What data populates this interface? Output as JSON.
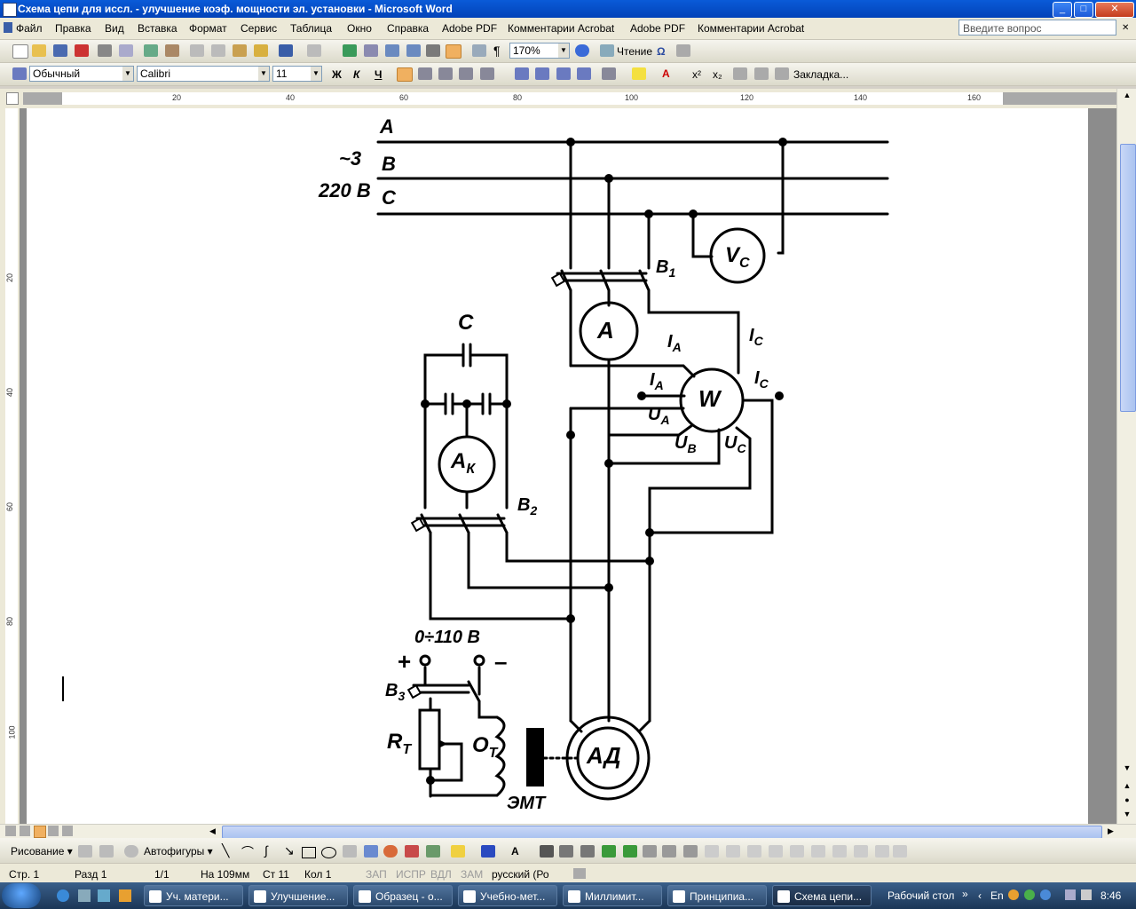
{
  "window": {
    "title": "Схема цепи для иссл. - улучшение коэф. мощности эл. установки - Microsoft Word"
  },
  "menu": {
    "items": [
      "Файл",
      "Правка",
      "Вид",
      "Вставка",
      "Формат",
      "Сервис",
      "Таблица",
      "Окно",
      "Справка",
      "Adobe PDF",
      "Комментарии Acrobat",
      "Adobe PDF",
      "Комментарии Acrobat"
    ],
    "ask_placeholder": "Введите вопрос"
  },
  "toolbar_standard": {
    "zoom": "170%",
    "reading_label": "Чтение"
  },
  "toolbar_format": {
    "style": "Обычный",
    "font": "Calibri",
    "size": "11",
    "bold_label": "Ж",
    "italic_label": "К",
    "underline_label": "Ч",
    "bookmark_label": "Закладка..."
  },
  "ruler": {
    "h_marks": [
      "20",
      "40",
      "60",
      "80",
      "100",
      "120",
      "140",
      "160"
    ],
    "v_marks": [
      "20",
      "40",
      "60",
      "80",
      "100"
    ]
  },
  "diagram": {
    "phase_a": "A",
    "phase_b": "B",
    "phase_c": "C",
    "three_phase": "~3",
    "voltage": "220 В",
    "voltmeter": "V",
    "voltmeter_sub": "C",
    "switch1": "B",
    "switch1_sub": "1",
    "ammeter": "A",
    "current_a_top": "I",
    "current_a_top_sub": "A",
    "current_c_top": "I",
    "current_c_top_sub": "C",
    "current_a": "I",
    "current_a_sub": "A",
    "current_c": "I",
    "current_c_sub": "C",
    "wattmeter": "W",
    "voltage_a": "U",
    "voltage_a_sub": "A",
    "voltage_b": "U",
    "voltage_b_sub": "B",
    "voltage_c": "U",
    "voltage_c_sub": "C",
    "capacitor": "C",
    "ammeter_k": "A",
    "ammeter_k_sub": "К",
    "switch2": "B",
    "switch2_sub": "2",
    "dc_range": "0÷110 В",
    "plus": "+",
    "minus": "–",
    "switch3": "B",
    "switch3_sub": "3",
    "rheostat": "R",
    "rheostat_sub": "T",
    "winding": "O",
    "winding_sub": "T",
    "motor": "АД",
    "brake": "ЭМТ"
  },
  "drawbar": {
    "drawing_label": "Рисование",
    "autoshapes_label": "Автофигуры"
  },
  "status": {
    "page": "Стр. 1",
    "section": "Разд 1",
    "pages": "1/1",
    "at": "На 109мм",
    "line": "Ст 11",
    "col": "Кол 1",
    "rec": "ЗАП",
    "trk": "ИСПР",
    "ext": "ВДЛ",
    "ovr": "ЗАМ",
    "lang": "русский (Ро"
  },
  "taskbar": {
    "tasks": [
      "Уч. матери...",
      "Улучшение...",
      "Образец - о...",
      "Учебно-мет...",
      "Миллимит...",
      "Принципиа...",
      "Схема цепи..."
    ],
    "desktop_label": "Рабочий стол",
    "lang": "En",
    "time": "8:46"
  },
  "colors": {
    "titlebar": "#0a5bd8",
    "toolbar": "#ece9d8",
    "page": "#ffffff",
    "docbg": "#8c8c8c",
    "taskbar": "#2c4a6e"
  }
}
